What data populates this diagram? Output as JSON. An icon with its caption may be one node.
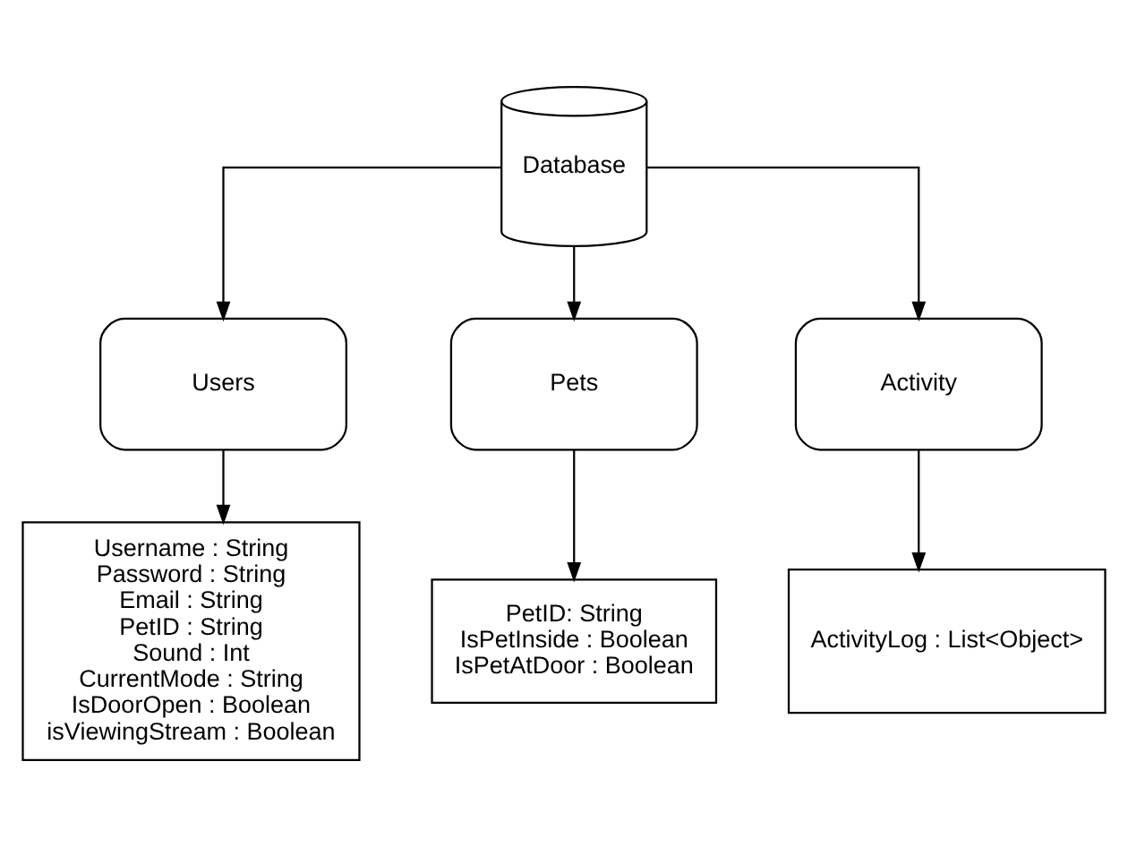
{
  "diagram": {
    "nodes": [
      {
        "text": [
          "Database"
        ]
      },
      {
        "text": [
          "Users"
        ]
      },
      {
        "text": [
          "Pets"
        ]
      },
      {
        "text": [
          "Activity"
        ]
      },
      {
        "text": [
          "Username : String",
          "Password : String",
          "Email : String",
          "PetID : String",
          "Sound : Int",
          "CurrentMode : String",
          "IsDoorOpen : Boolean",
          "isViewingStream : Boolean"
        ]
      },
      {
        "text": [
          "PetID: String",
          "IsPetInside : Boolean",
          "IsPetAtDoor : Boolean"
        ]
      },
      {
        "text": [
          "ActivityLog : List<Object>"
        ]
      }
    ],
    "edges": [
      {
        "from": 0,
        "to": 1,
        "arrow": "to"
      },
      {
        "from": 0,
        "to": 2,
        "arrow": "to"
      },
      {
        "from": 0,
        "to": 3,
        "arrow": "to"
      },
      {
        "from": 1,
        "to": 4,
        "arrow": "to"
      },
      {
        "from": 2,
        "to": 5,
        "arrow": "to"
      },
      {
        "from": 3,
        "to": 6,
        "arrow": "to"
      }
    ]
  }
}
